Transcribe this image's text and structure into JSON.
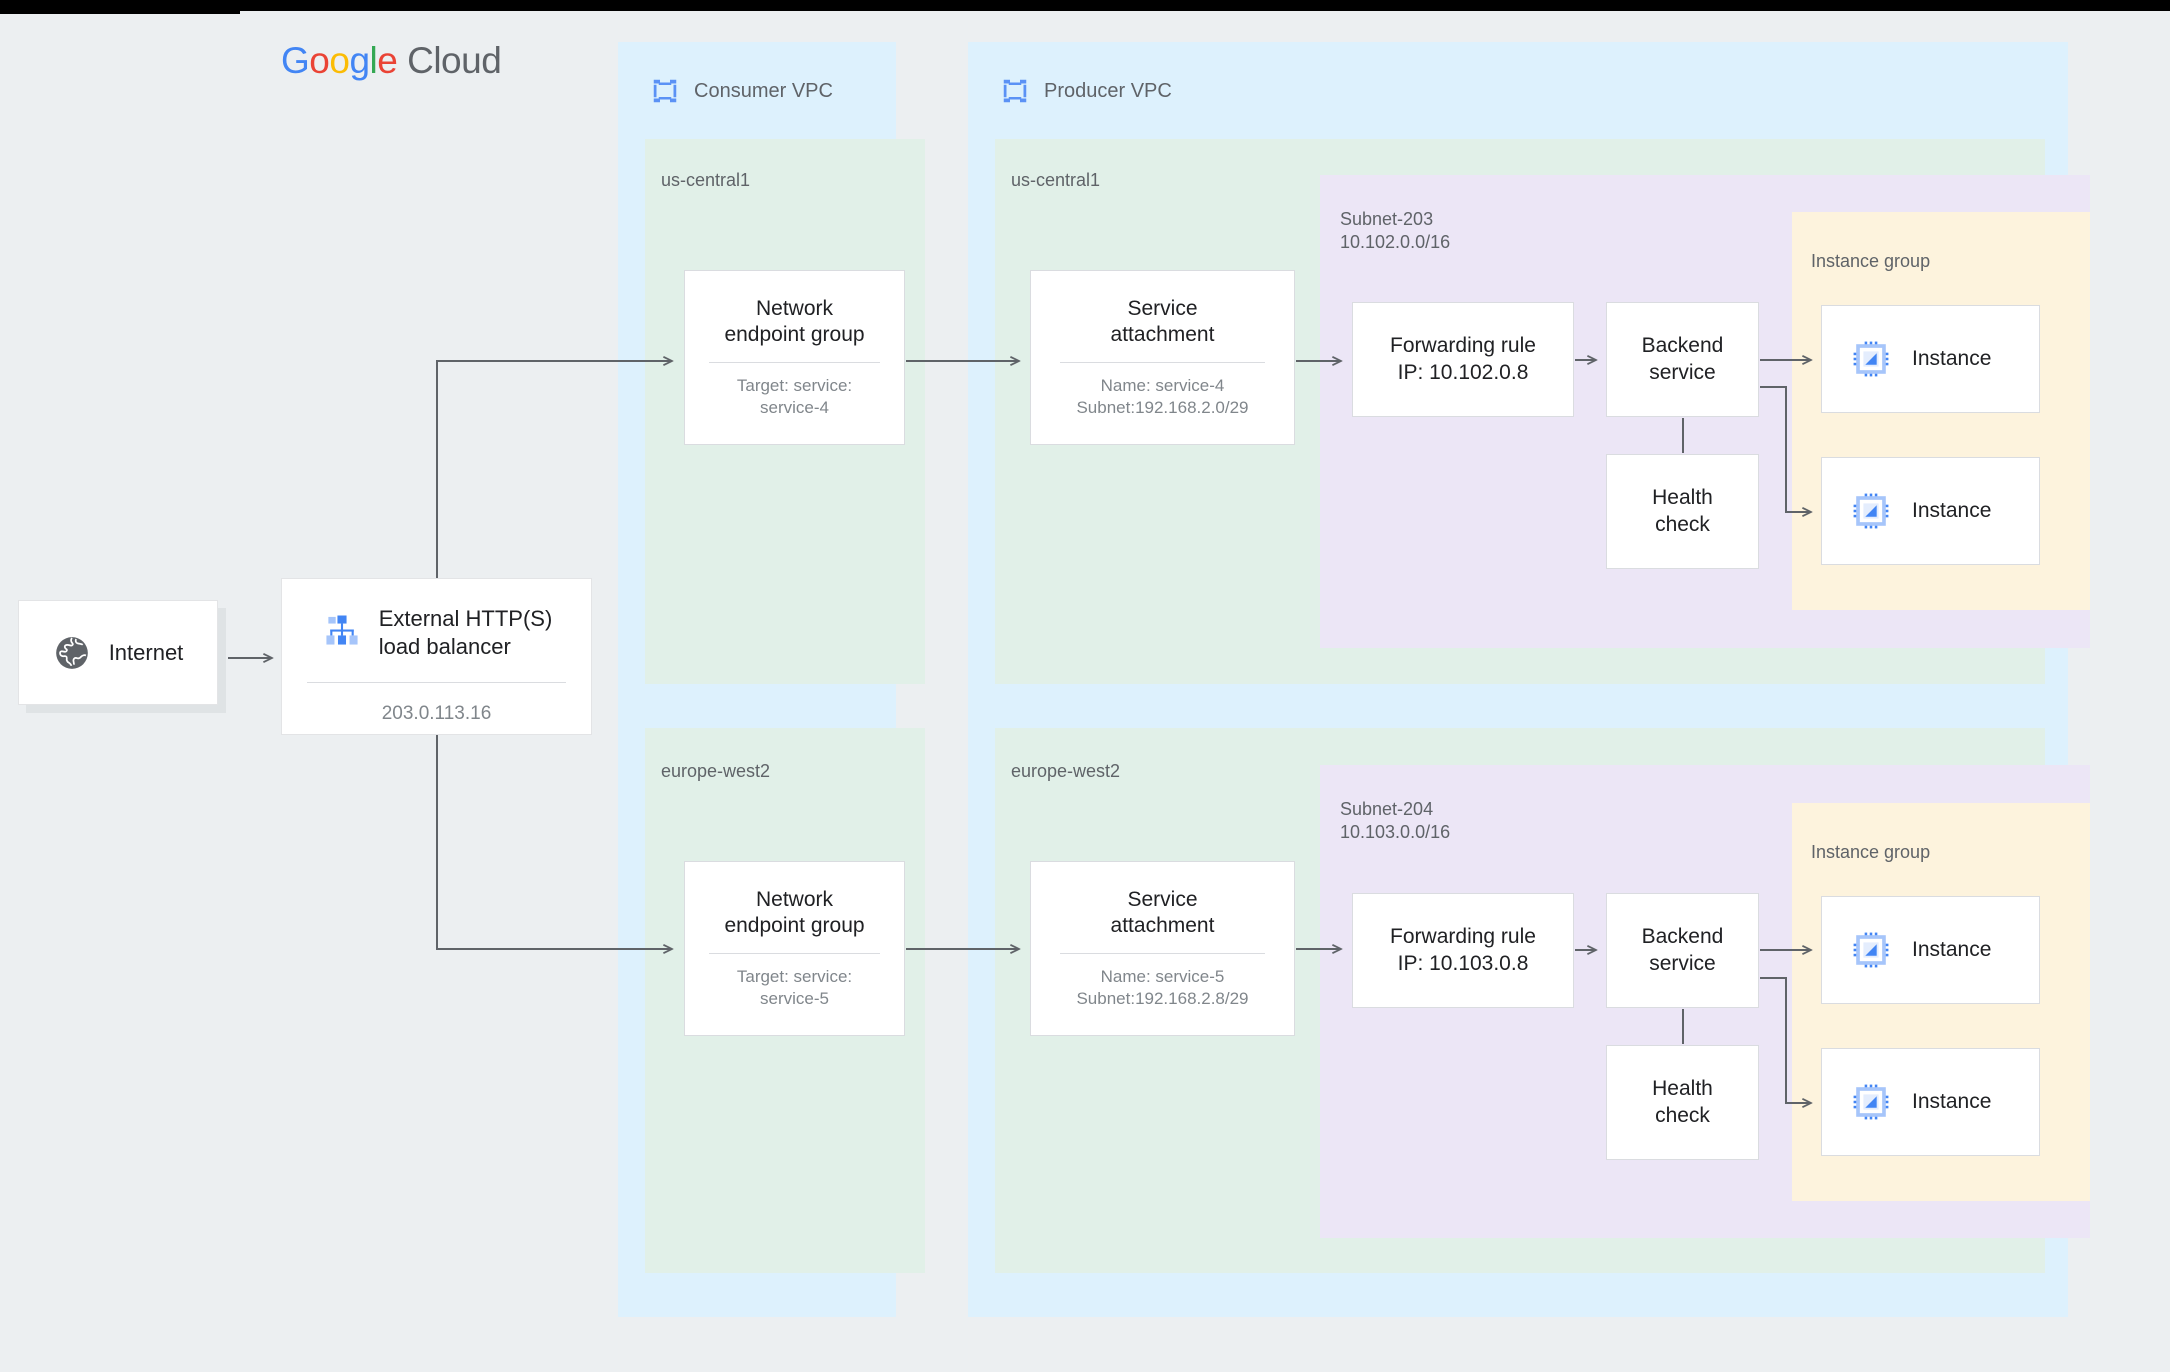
{
  "branding": {
    "logo_google": "Google",
    "logo_cloud": "Cloud"
  },
  "top_bar": {
    "color": "#000000"
  },
  "colors": {
    "page_bg": "#eceff1",
    "vpc_bg": "#ddf1fd",
    "region_bg": "#e1f0e8",
    "subnet_bg": "#ece6f6",
    "instance_group_bg": "#fdf3dd",
    "card_bg": "#ffffff",
    "line": "#5f6368",
    "muted_text": "#5f6368",
    "sub_text": "#80868b",
    "accent_blue": "#4285f4"
  },
  "internet": {
    "label": "Internet",
    "icon": "globe-icon"
  },
  "load_balancer": {
    "label_line1": "External HTTP(S)",
    "label_line2": "load balancer",
    "ip": "203.0.113.16",
    "icon": "load-balancer-icon"
  },
  "consumer_vpc": {
    "title": "Consumer VPC",
    "icon": "vpc-network-icon",
    "regions": [
      {
        "name": "us-central1",
        "neg": {
          "title_line1": "Network",
          "title_line2": "endpoint group",
          "sub_line1": "Target: service:",
          "sub_line2": "service-4"
        }
      },
      {
        "name": "europe-west2",
        "neg": {
          "title_line1": "Network",
          "title_line2": "endpoint group",
          "sub_line1": "Target: service:",
          "sub_line2": "service-5"
        }
      }
    ]
  },
  "producer_vpc": {
    "title": "Producer VPC",
    "icon": "vpc-network-icon",
    "regions": [
      {
        "name": "us-central1",
        "service_attachment": {
          "title_line1": "Service",
          "title_line2": "attachment",
          "sub_line1": "Name: service-4",
          "sub_line2": "Subnet:192.168.2.0/29"
        },
        "subnet": {
          "name": "Subnet-203",
          "cidr": "10.102.0.0/16"
        },
        "forwarding_rule": {
          "title_line1": "Forwarding rule",
          "title_line2": "IP: 10.102.0.8"
        },
        "backend_service": {
          "title_line1": "Backend",
          "title_line2": "service"
        },
        "health_check": {
          "title_line1": "Health",
          "title_line2": "check"
        },
        "instance_group": {
          "label": "Instance group",
          "instances": [
            {
              "label": "Instance",
              "icon": "vm-instance-icon"
            },
            {
              "label": "Instance",
              "icon": "vm-instance-icon"
            }
          ]
        }
      },
      {
        "name": "europe-west2",
        "service_attachment": {
          "title_line1": "Service",
          "title_line2": "attachment",
          "sub_line1": "Name: service-5",
          "sub_line2": "Subnet:192.168.2.8/29"
        },
        "subnet": {
          "name": "Subnet-204",
          "cidr": "10.103.0.0/16"
        },
        "forwarding_rule": {
          "title_line1": "Forwarding rule",
          "title_line2": "IP: 10.103.0.8"
        },
        "backend_service": {
          "title_line1": "Backend",
          "title_line2": "service"
        },
        "health_check": {
          "title_line1": "Health",
          "title_line2": "check"
        },
        "instance_group": {
          "label": "Instance group",
          "instances": [
            {
              "label": "Instance",
              "icon": "vm-instance-icon"
            },
            {
              "label": "Instance",
              "icon": "vm-instance-icon"
            }
          ]
        }
      }
    ]
  }
}
